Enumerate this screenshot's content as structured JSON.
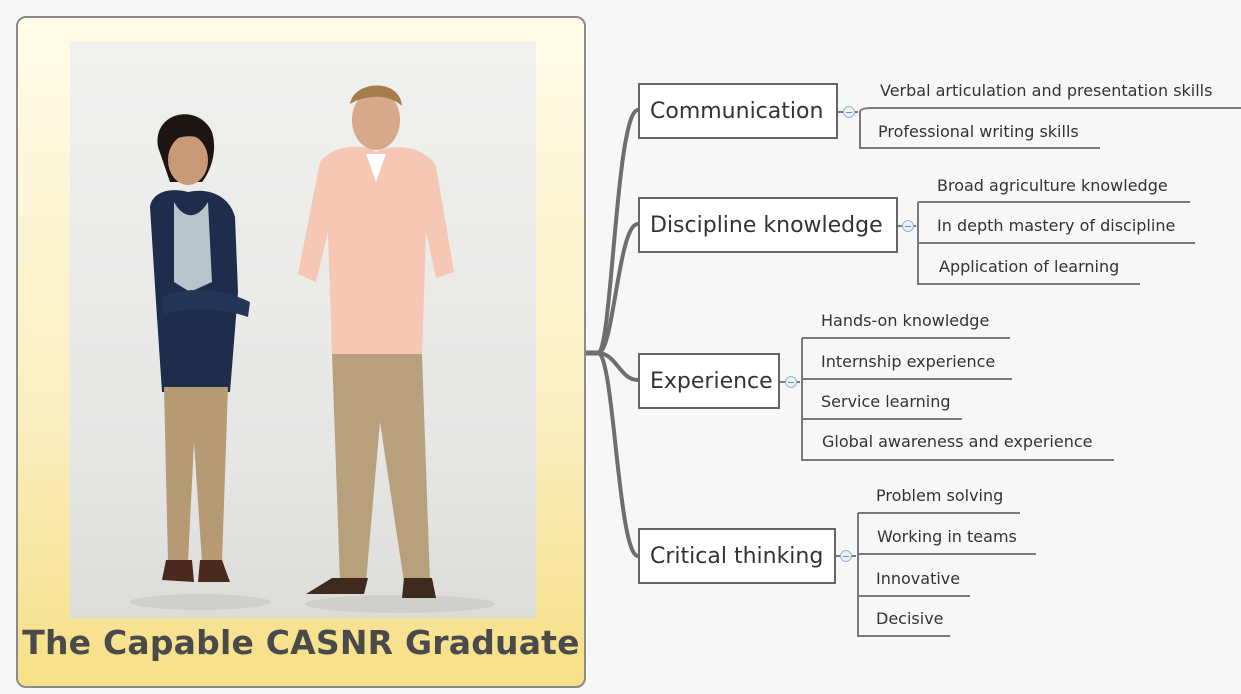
{
  "central": {
    "title": "The Capable CASNR Graduate",
    "image_description_icon": "photo-two-graduates"
  },
  "topics": [
    {
      "label": "Communication",
      "subtopics": [
        "Verbal articulation and presentation skills",
        "Professional writing skills"
      ]
    },
    {
      "label": "Discipline knowledge",
      "subtopics": [
        "Broad agriculture knowledge",
        "In depth mastery of discipline",
        "Application of learning"
      ]
    },
    {
      "label": "Experience",
      "subtopics": [
        "Hands-on knowledge",
        "Internship experience",
        "Service learning",
        "Global awareness and experience"
      ]
    },
    {
      "label": "Critical thinking",
      "subtopics": [
        "Problem solving",
        "Working in teams",
        "Innovative",
        "Decisive"
      ]
    }
  ],
  "colors": {
    "connector": "#6e6e6e",
    "topic_border": "#666666",
    "central_gradient_bottom": "#f6df86"
  }
}
